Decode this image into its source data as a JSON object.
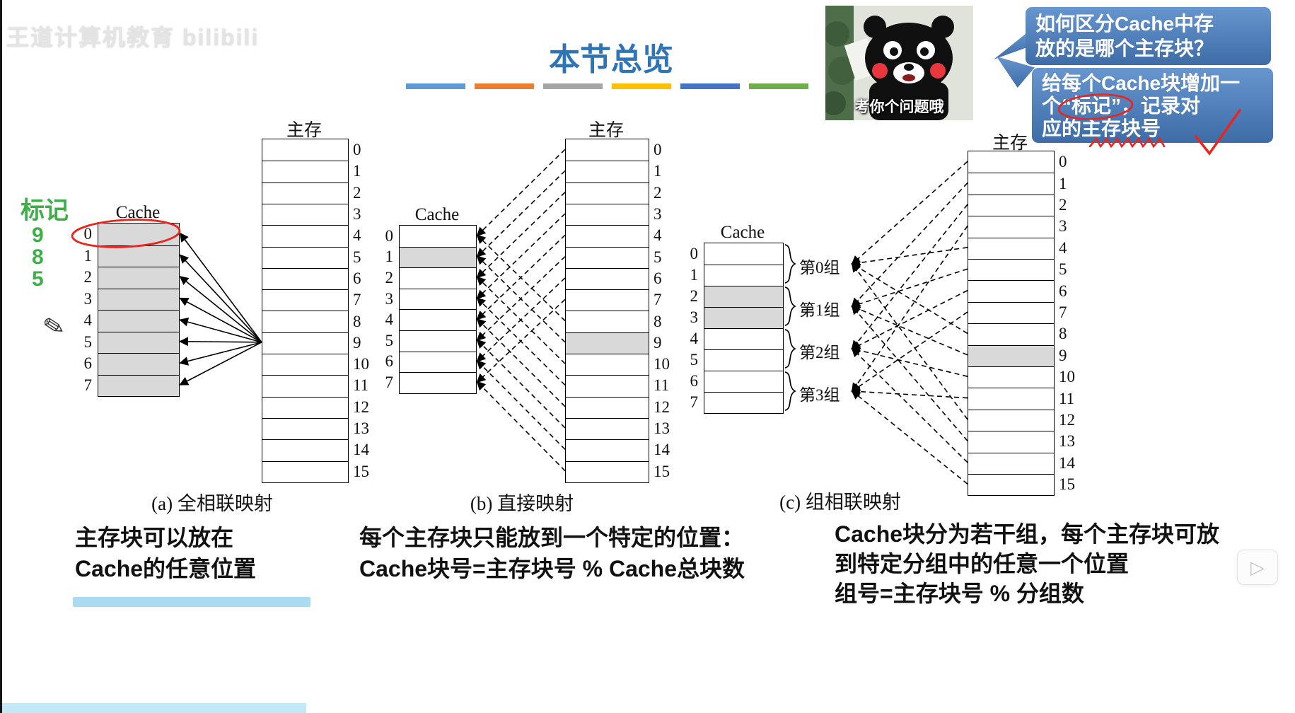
{
  "watermark": "王道计算机教育 bilibili",
  "title": "本节总览",
  "divider_colors": [
    "#5b9bd5",
    "#ed7d31",
    "#a5a5a5",
    "#ffc000",
    "#4472c4",
    "#70ad47"
  ],
  "kumamon_caption": "考你个问题哦",
  "bubble1_lines": [
    "如何区分Cache中存",
    "放的是哪个主存块？"
  ],
  "bubble2_lines": [
    "给每个Cache块增加一",
    "个“标记”，记录对",
    "应的主存块号"
  ],
  "tag": {
    "label": "标记",
    "values": [
      "9",
      "8",
      "5"
    ]
  },
  "cache_row_numbers": [
    "0",
    "1",
    "2",
    "3",
    "4",
    "5",
    "6",
    "7"
  ],
  "memory_row_numbers": [
    "0",
    "1",
    "2",
    "3",
    "4",
    "5",
    "6",
    "7",
    "8",
    "9",
    "10",
    "11",
    "12",
    "13",
    "14",
    "15"
  ],
  "diagram_a": {
    "cache_label": "Cache",
    "memory_label": "主存",
    "caption": "(a) 全相联映射",
    "desc_lines": [
      "主存块可以放在",
      "Cache的任意位置"
    ]
  },
  "diagram_b": {
    "cache_label": "Cache",
    "memory_label": "主存",
    "caption": "(b) 直接映射",
    "desc_lines": [
      "每个主存块只能放到一个特定的位置：",
      "Cache块号=主存块号 % Cache总块数"
    ]
  },
  "diagram_c": {
    "cache_label": "Cache",
    "memory_label": "主存",
    "caption": "(c) 组相联映射",
    "desc_lines": [
      "Cache块分为若干组，每个主存块可放",
      "到特定分组中的任意一个位置",
      "组号=主存块号 % 分组数"
    ],
    "group_labels": [
      "第0组",
      "第1组",
      "第2组",
      "第3组"
    ]
  },
  "icons": {
    "pencil": "✎",
    "play": "▷"
  }
}
